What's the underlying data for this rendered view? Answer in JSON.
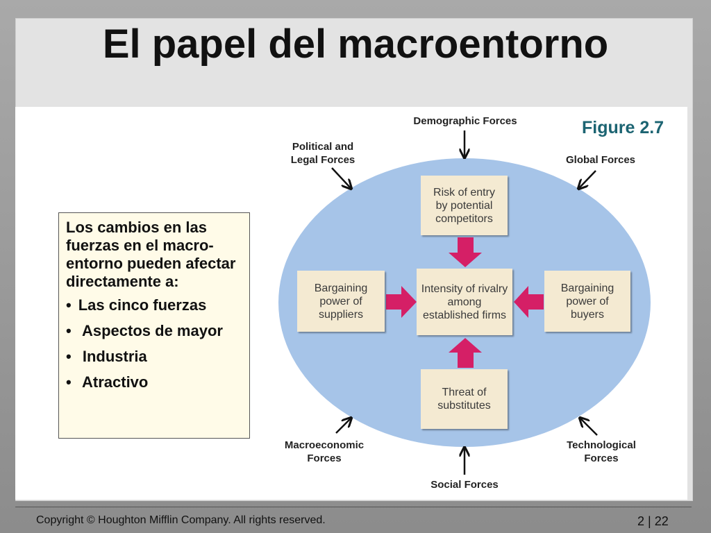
{
  "slide": {
    "title": "El papel del macroentorno",
    "figure_label": "Figure 2.7"
  },
  "textbox": {
    "intro": "Los cambios en las fuerzas en el macro-entorno pueden afectar directamente a:",
    "bullets": [
      "Las cinco fuerzas",
      "Aspectos de mayor",
      "Industria",
      "Atractivo"
    ]
  },
  "diagram": {
    "center": "Intensity of rivalry among established firms",
    "top": "Risk of entry by potential competitors",
    "left": "Bargaining power of suppliers",
    "right": "Bargaining power of buyers",
    "bottom": "Threat of substitutes",
    "forces": {
      "demographic": "Demographic Forces",
      "political": "Political and Legal Forces",
      "global": "Global Forces",
      "macroeconomic": "Macroeconomic Forces",
      "technological": "Technological Forces",
      "social": "Social Forces"
    },
    "colors": {
      "ellipse": "#a6c4e8",
      "box": "#f4ead2",
      "arrow": "#d51f66"
    }
  },
  "footer": {
    "copyright": "Copyright © Houghton Mifflin Company. All rights reserved.",
    "page": "2 | 22"
  }
}
